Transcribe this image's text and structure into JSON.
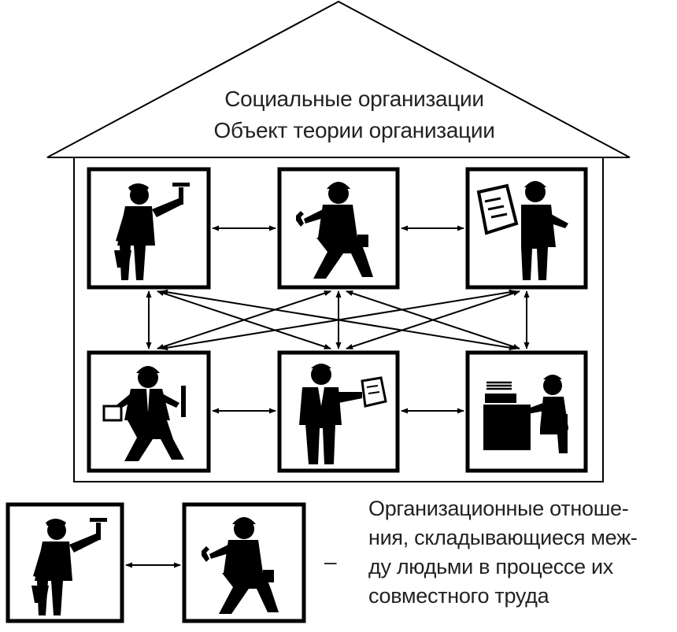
{
  "roof": {
    "line1": "Социальные организации",
    "line2": "Объект теории организации"
  },
  "legend": {
    "dash": "–",
    "lines": [
      "Организационные отноше-",
      "ния, складывающиеся меж-",
      "ду людьми в процессе их",
      "совместного труда"
    ]
  },
  "figures": {
    "row1": [
      "painter-worker-icon",
      "mechanic-worker-icon",
      "newspaper-reader-icon"
    ],
    "row2": [
      "manager-with-roll-icon",
      "boss-with-paper-icon",
      "typist-at-desk-icon"
    ]
  }
}
